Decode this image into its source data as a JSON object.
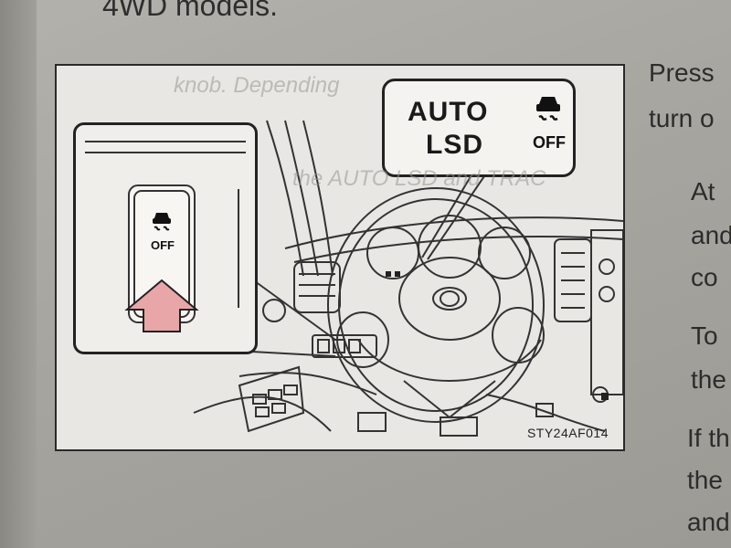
{
  "page": {
    "header_fragment": "4WD models.",
    "right_column": {
      "line1": "Press",
      "line2": "turn o",
      "p1_line1": "At",
      "p1_line2": "and",
      "p1_line3": "co",
      "p2_line1": "To",
      "p2_line2": "the",
      "p3_line1": "If th",
      "p3_line2": "the",
      "p3_line3": "and"
    }
  },
  "figure": {
    "code": "STY24AF014",
    "callout_auto": "AUTO",
    "callout_lsd": "LSD",
    "callout_off": "OFF",
    "inset_off": "OFF",
    "icon_name": "vehicle-skid-off-icon",
    "arrow_color": "#e8a6a8",
    "arrow_direction": "up"
  }
}
